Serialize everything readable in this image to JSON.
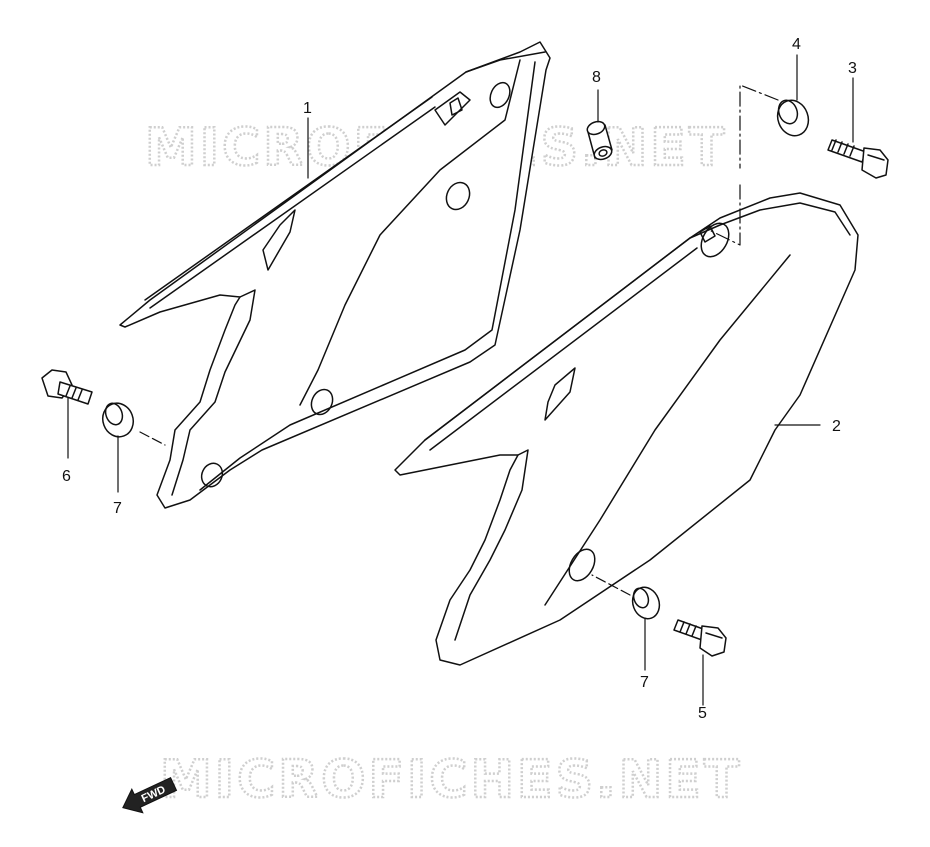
{
  "watermark": {
    "text_top": "MICROFICHES.NET",
    "text_bottom": "MICROFICHES.NET",
    "color": "#cfcfcf"
  },
  "direction_indicator": {
    "label": "FWD",
    "icon": "arrow-left-icon"
  },
  "callouts": [
    {
      "id": "callout-1",
      "label": "1"
    },
    {
      "id": "callout-2",
      "label": "2"
    },
    {
      "id": "callout-3",
      "label": "3"
    },
    {
      "id": "callout-4",
      "label": "4"
    },
    {
      "id": "callout-5",
      "label": "5"
    },
    {
      "id": "callout-6",
      "label": "6"
    },
    {
      "id": "callout-7a",
      "label": "7"
    },
    {
      "id": "callout-7b",
      "label": "7"
    },
    {
      "id": "callout-8",
      "label": "8"
    }
  ],
  "colors": {
    "line": "#111111",
    "background": "#ffffff"
  }
}
